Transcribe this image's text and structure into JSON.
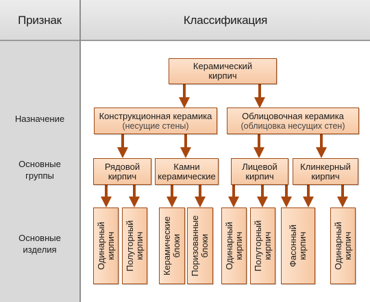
{
  "header": {
    "col1": "Признак",
    "col2": "Классификация"
  },
  "rows": {
    "purpose": "Назначение",
    "groups_1": "Основные",
    "groups_2": "группы",
    "products_1": "Основные",
    "products_2": "изделия"
  },
  "root": {
    "line1": "Керамический",
    "line2": "кирпич"
  },
  "purpose": {
    "construction": {
      "title": "Конструкционная керамика",
      "note": "(несущие стены)"
    },
    "facing": {
      "title": "Облицовочная керамика",
      "note": "(облицовка несущих стен)"
    }
  },
  "groups": {
    "ordinary": {
      "line1": "Рядовой",
      "line2": "кирпич"
    },
    "stones": {
      "line1": "Камни",
      "line2": "керамические"
    },
    "face": {
      "line1": "Лицевой",
      "line2": "кирпич"
    },
    "clinker": {
      "line1": "Клинкерный",
      "line2": "кирпич"
    }
  },
  "products": {
    "p1": {
      "line1": "Одинарный",
      "line2": "кирпич"
    },
    "p2": {
      "line1": "Полуторный",
      "line2": "кирпич"
    },
    "p3": {
      "line1": "Керамические",
      "line2": "блоки"
    },
    "p4": {
      "line1": "Поризованные",
      "line2": "блоки"
    },
    "p5": {
      "line1": "Одинарный",
      "line2": "кирпич"
    },
    "p6": {
      "line1": "Полуторный",
      "line2": "кирпич"
    },
    "p7": {
      "line1": "Фасонный",
      "line2": "кирпич"
    },
    "p8": {
      "line1": "Одинарный",
      "line2": "кирпич"
    }
  },
  "colors": {
    "box_fill_top": "#fde2cc",
    "box_fill_bottom": "#f6c8a4",
    "box_border": "#a14a14",
    "arrow": "#a8470f",
    "left_column": "#d9d9d9"
  }
}
